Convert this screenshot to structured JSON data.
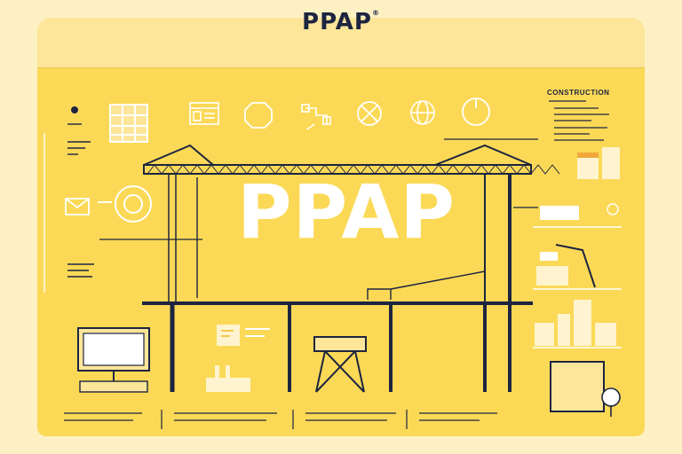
{
  "header": {
    "title": "PPAP",
    "mark": "®"
  },
  "center": {
    "title": "PPAP"
  },
  "sidebar": {
    "title": "CONSTRUCTION"
  },
  "palette": {
    "panel": "#fbd956",
    "header": "#fde59a",
    "ink": "#1d2440",
    "white": "#ffffff"
  }
}
